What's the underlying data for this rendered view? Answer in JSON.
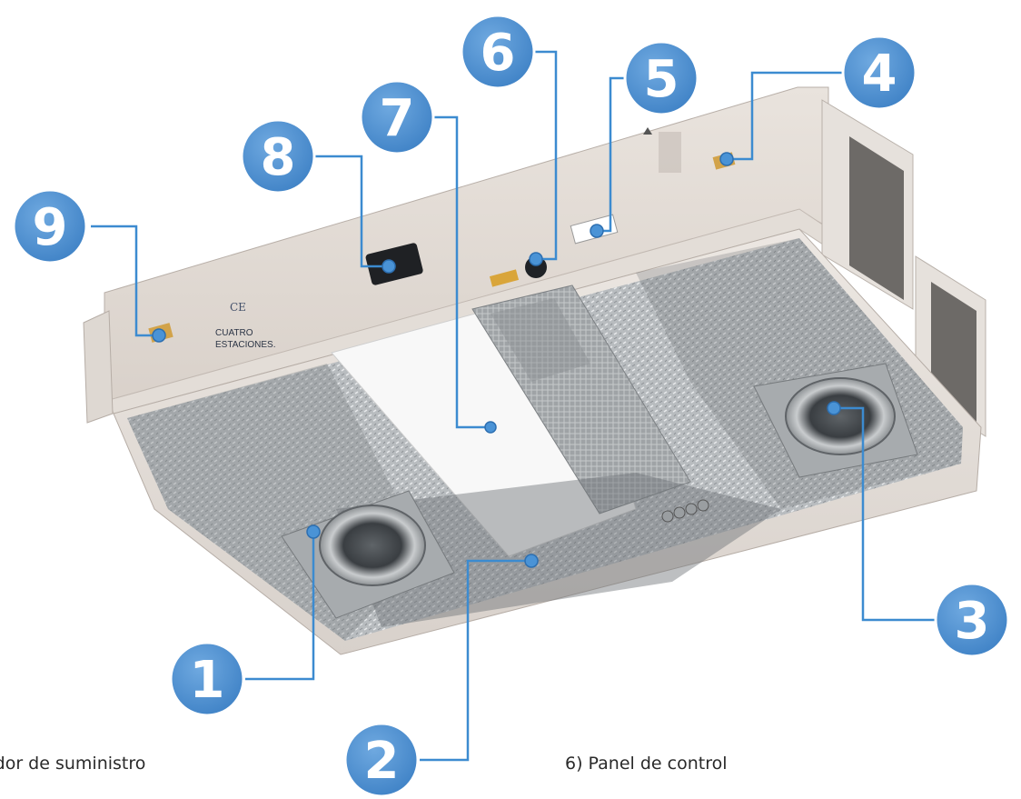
{
  "figure": {
    "callouts": [
      {
        "number": "1"
      },
      {
        "number": "2"
      },
      {
        "number": "3"
      },
      {
        "number": "4"
      },
      {
        "number": "5"
      },
      {
        "number": "6"
      },
      {
        "number": "7"
      },
      {
        "number": "8"
      },
      {
        "number": "9"
      }
    ],
    "brand_label_line1": "CUATRO",
    "brand_label_line2": "ESTACIONES.",
    "ce_mark": "CE",
    "badge_color": "#4f92d3",
    "leader_color": "#3c8bd0"
  },
  "captions": {
    "left": "ador de suministro",
    "right": "6) Panel de control"
  }
}
